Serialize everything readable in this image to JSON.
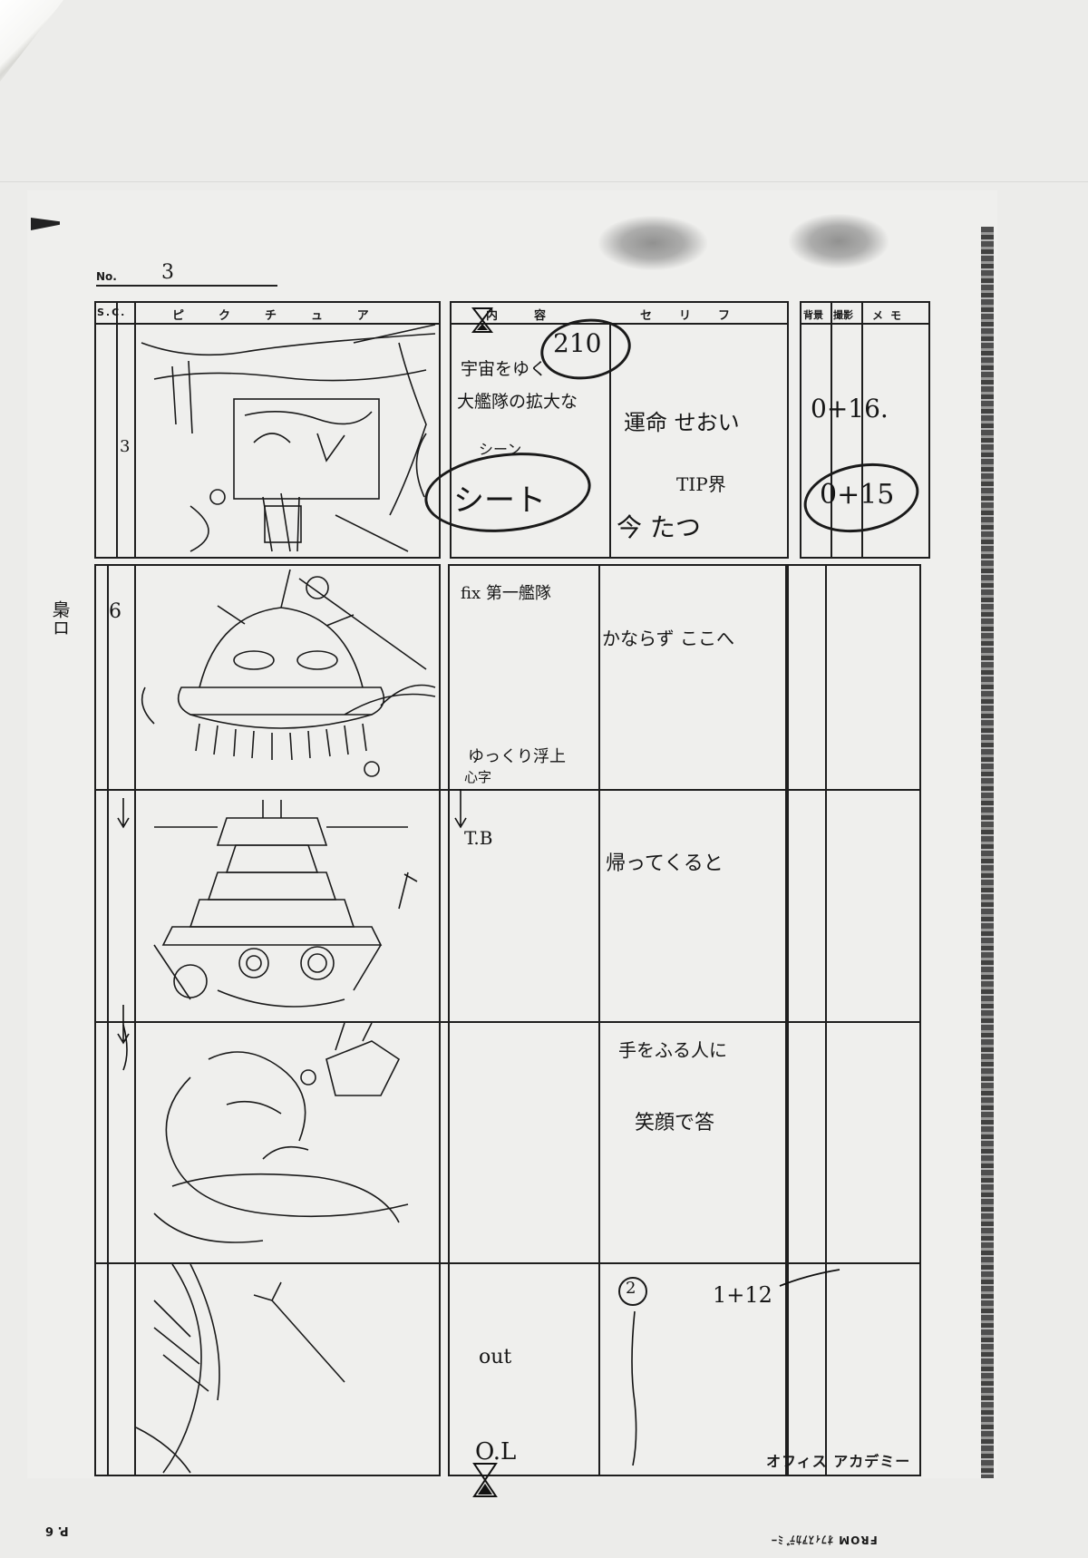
{
  "sheet": {
    "no_label": "No.",
    "no_value": "3",
    "side_mark": "梟ロ",
    "footer": "オフィス アカデミー",
    "page_number": "P. 6",
    "fax_header": "FROM ｵﾌｨｽｱｶﾃﾞﾐｰ"
  },
  "headers": {
    "sc": "S.C.",
    "picture": "ピクチュア",
    "content": "内容",
    "dialogue": "セリフ",
    "background": "背景",
    "camera": "撮影",
    "memo": "メモ"
  },
  "cuts": [
    {
      "sc": "3",
      "content_lines": [
        "宇宙をゆく",
        "大艦隊の拡大な",
        "シーン"
      ],
      "content_circled_top": "210",
      "content_circled_bottom": "シート",
      "dialogue_lines": [
        "運命 せおい",
        "TIP界",
        "今 たつ"
      ],
      "memo_top": "0+16.",
      "memo_circled": "0+15"
    },
    {
      "sc": "6",
      "content_lines": [
        "fix 第一艦隊",
        "ゆっくり浮上",
        "心字",
        "T.B"
      ],
      "dialogue_lines": [
        "かならず ここへ",
        "帰ってくると"
      ]
    },
    {
      "sc": "",
      "content_lines": [],
      "dialogue_lines": [
        "手をふる人に",
        "笑顔で答"
      ]
    },
    {
      "sc": "",
      "content_lines": [
        "out",
        "O.L"
      ],
      "dialogue_circled": "2",
      "dialogue_lines": [
        "1+12"
      ]
    }
  ]
}
